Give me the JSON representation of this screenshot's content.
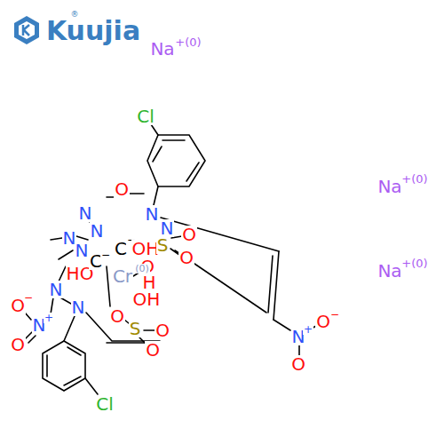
{
  "diagram": {
    "labels": [
      "Kuujia",
      "®",
      "Na",
      "+(0)",
      "Na",
      "+(0)",
      "Na",
      "+(0)",
      "Cl",
      "O",
      "N",
      "N",
      "N",
      "N",
      "N",
      "C",
      "−",
      "OH",
      "S",
      "O",
      "O",
      "N",
      "O",
      "H",
      "Cr",
      "(0)",
      "HO",
      "C",
      "−",
      "N",
      "O",
      "−",
      "N",
      "+",
      "O",
      "N",
      "OH",
      "O",
      "S",
      "O",
      "O",
      "Cl",
      "O",
      "−",
      "N",
      "+",
      "O"
    ]
  }
}
